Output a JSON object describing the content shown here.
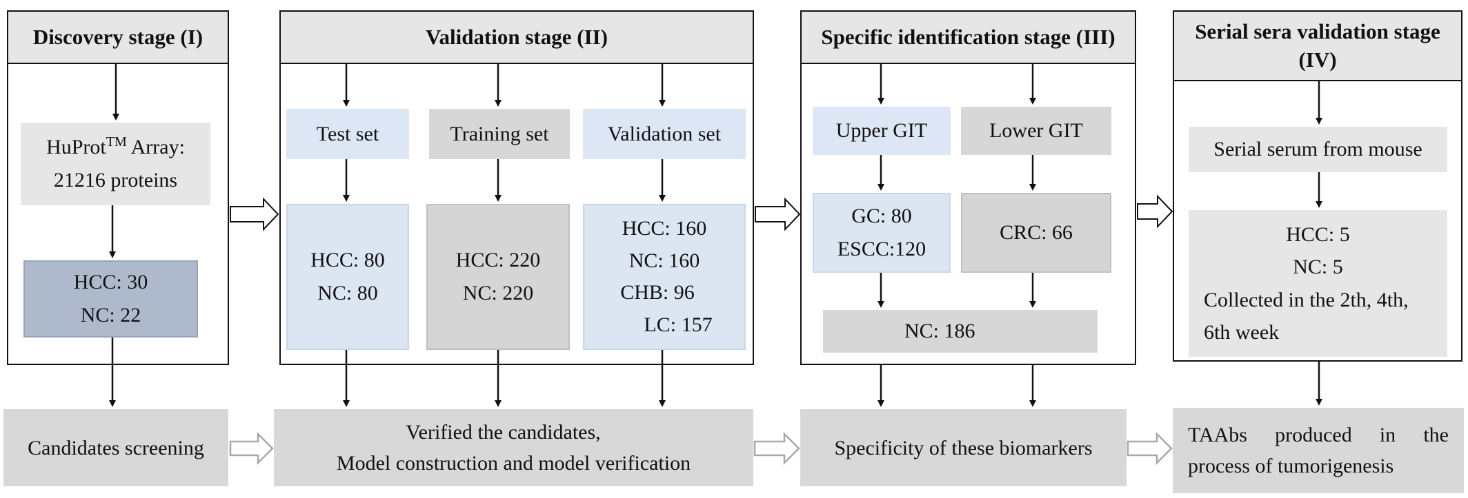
{
  "stages": {
    "s1": {
      "title": "Discovery stage (I)",
      "array_line1": "HuProt",
      "array_sup": "TM",
      "array_line1_rest": " Array:",
      "array_line2": "21216 proteins",
      "hcc": "HCC: 30",
      "nc": "NC: 22"
    },
    "s2": {
      "title": "Validation stage (II)",
      "test_set": "Test set",
      "training_set": "Training set",
      "validation_set": "Validation set",
      "test_hcc": "HCC: 80",
      "test_nc": "NC: 80",
      "train_hcc": "HCC: 220",
      "train_nc": "NC: 220",
      "val_hcc": "HCC: 160",
      "val_nc": "NC: 160",
      "val_chb": "CHB: 96",
      "val_lc": "LC: 157"
    },
    "s3": {
      "title": "Specific identification stage (III)",
      "upper_git": "Upper GIT",
      "lower_git": "Lower GIT",
      "gc": "GC: 80",
      "escc": "ESCC:120",
      "crc": "CRC: 66",
      "nc": "NC: 186"
    },
    "s4": {
      "title": "Serial sera validation stage (IV)",
      "serum": "Serial serum from mouse",
      "hcc": "HCC: 5",
      "nc": "NC: 5",
      "collected_1": "Collected in the 2th, 4th,",
      "collected_2": "6th week"
    }
  },
  "outcomes": {
    "o1": "Candidates screening",
    "o2_line1": "Verified the candidates,",
    "o2_line2": "Model construction and model verification",
    "o3": "Specificity of these biomarkers",
    "o4_line1": "TAAbs produced in the",
    "o4_line2": "process of tumorigenesis"
  }
}
